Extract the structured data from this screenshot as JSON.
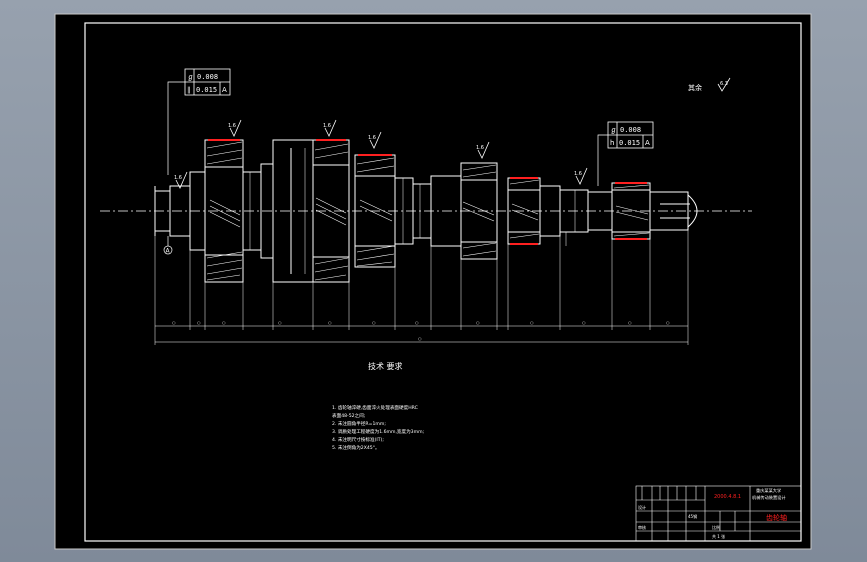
{
  "colors": {
    "background": "#000000",
    "line": "#ffffff",
    "hatch": "#ffffff",
    "accent": "#ff2020",
    "centerline": "#ffffff",
    "frame_outer": "#c8c8c8"
  },
  "tolerance_left": {
    "row1_symbol": "ℊ",
    "row1_value": "0.008",
    "row2_symbol": "∥",
    "row2_value": "0.015",
    "row2_datum": "A"
  },
  "tolerance_right": {
    "row1_symbol": "ℊ",
    "row1_value": "0.008",
    "row2_symbol": "h",
    "row2_value": "0.015",
    "row2_datum": "A"
  },
  "roughness_note": {
    "label": "其余",
    "value": "6.3"
  },
  "surface_marks": [
    "1.6",
    "1.6",
    "1.6",
    "1.6",
    "1.6",
    "1.6"
  ],
  "datum_label": "A",
  "tech_requirements": {
    "title": "技术 要求",
    "items": [
      "1. 齿轮轴淬硬,齿面淬火处理表面硬度HRC",
      "   表面48-52之间;",
      "2. 未注圆角半径R=1mm;",
      "3. 调质处理工程硬度为1.6mm,宽度为3mm;",
      "4. 未注明尺寸按标准(IT);",
      "5. 未注倒角为2X45°。"
    ]
  },
  "title_block": {
    "drawing_code": "2000.4.8.1",
    "school": "重庆某某大学",
    "part_name": "齿轮轴",
    "project": "机械传动装置设计",
    "sheet_label": "共 1 张",
    "scale_label": "比例",
    "material": "45钢",
    "designer_label": "设计",
    "checker_label": "审核"
  }
}
